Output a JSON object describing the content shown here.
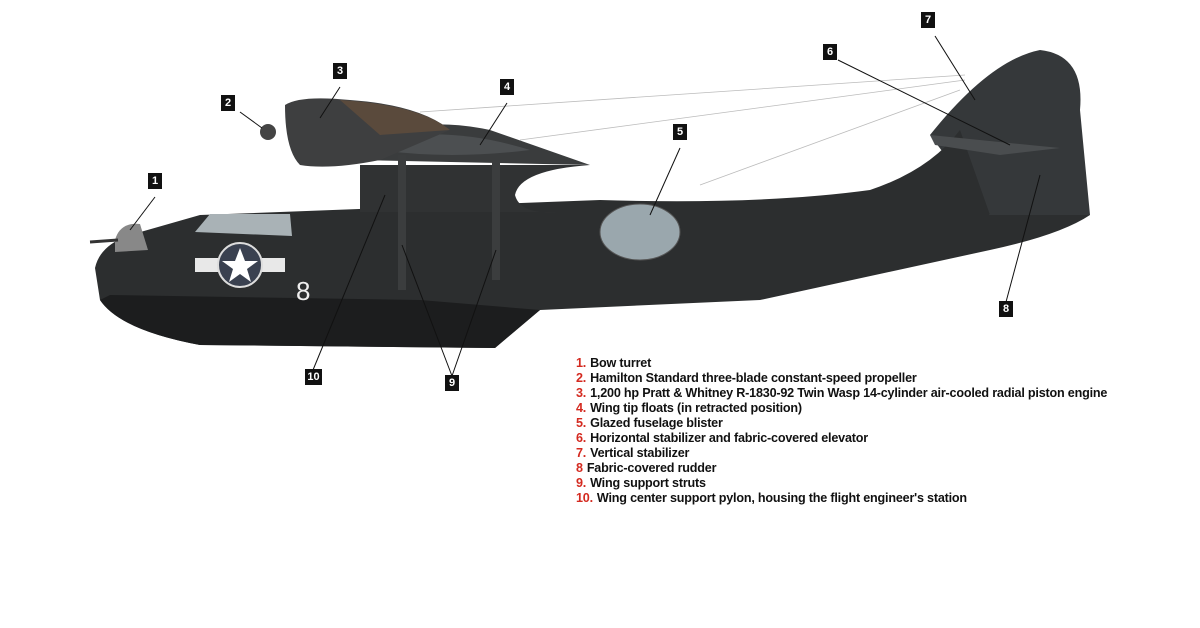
{
  "callouts": [
    "1",
    "2",
    "3",
    "4",
    "5",
    "6",
    "7",
    "8",
    "9",
    "10"
  ],
  "aircraft_markings": {
    "number": "8"
  },
  "legend": [
    {
      "num": "1.",
      "text": "Bow turret"
    },
    {
      "num": "2.",
      "text": "Hamilton Standard three-blade constant-speed propeller"
    },
    {
      "num": "3.",
      "text": "1,200 hp Pratt & Whitney R-1830-92 Twin Wasp 14-cylinder air-cooled radial piston engine"
    },
    {
      "num": "4.",
      "text": "Wing tip floats (in retracted position)"
    },
    {
      "num": "5.",
      "text": "Glazed fuselage blister"
    },
    {
      "num": "6.",
      "text": "Horizontal stabilizer and fabric-covered elevator"
    },
    {
      "num": "7.",
      "text": "Vertical stabilizer"
    },
    {
      "num": "8",
      "text": "Fabric-covered rudder"
    },
    {
      "num": "9.",
      "text": "Wing support struts"
    },
    {
      "num": "10.",
      "text": "Wing center support pylon, housing the flight engineer's station"
    }
  ],
  "colors": {
    "accent": "#d42a20",
    "aircraft": "#2c2e2f"
  }
}
